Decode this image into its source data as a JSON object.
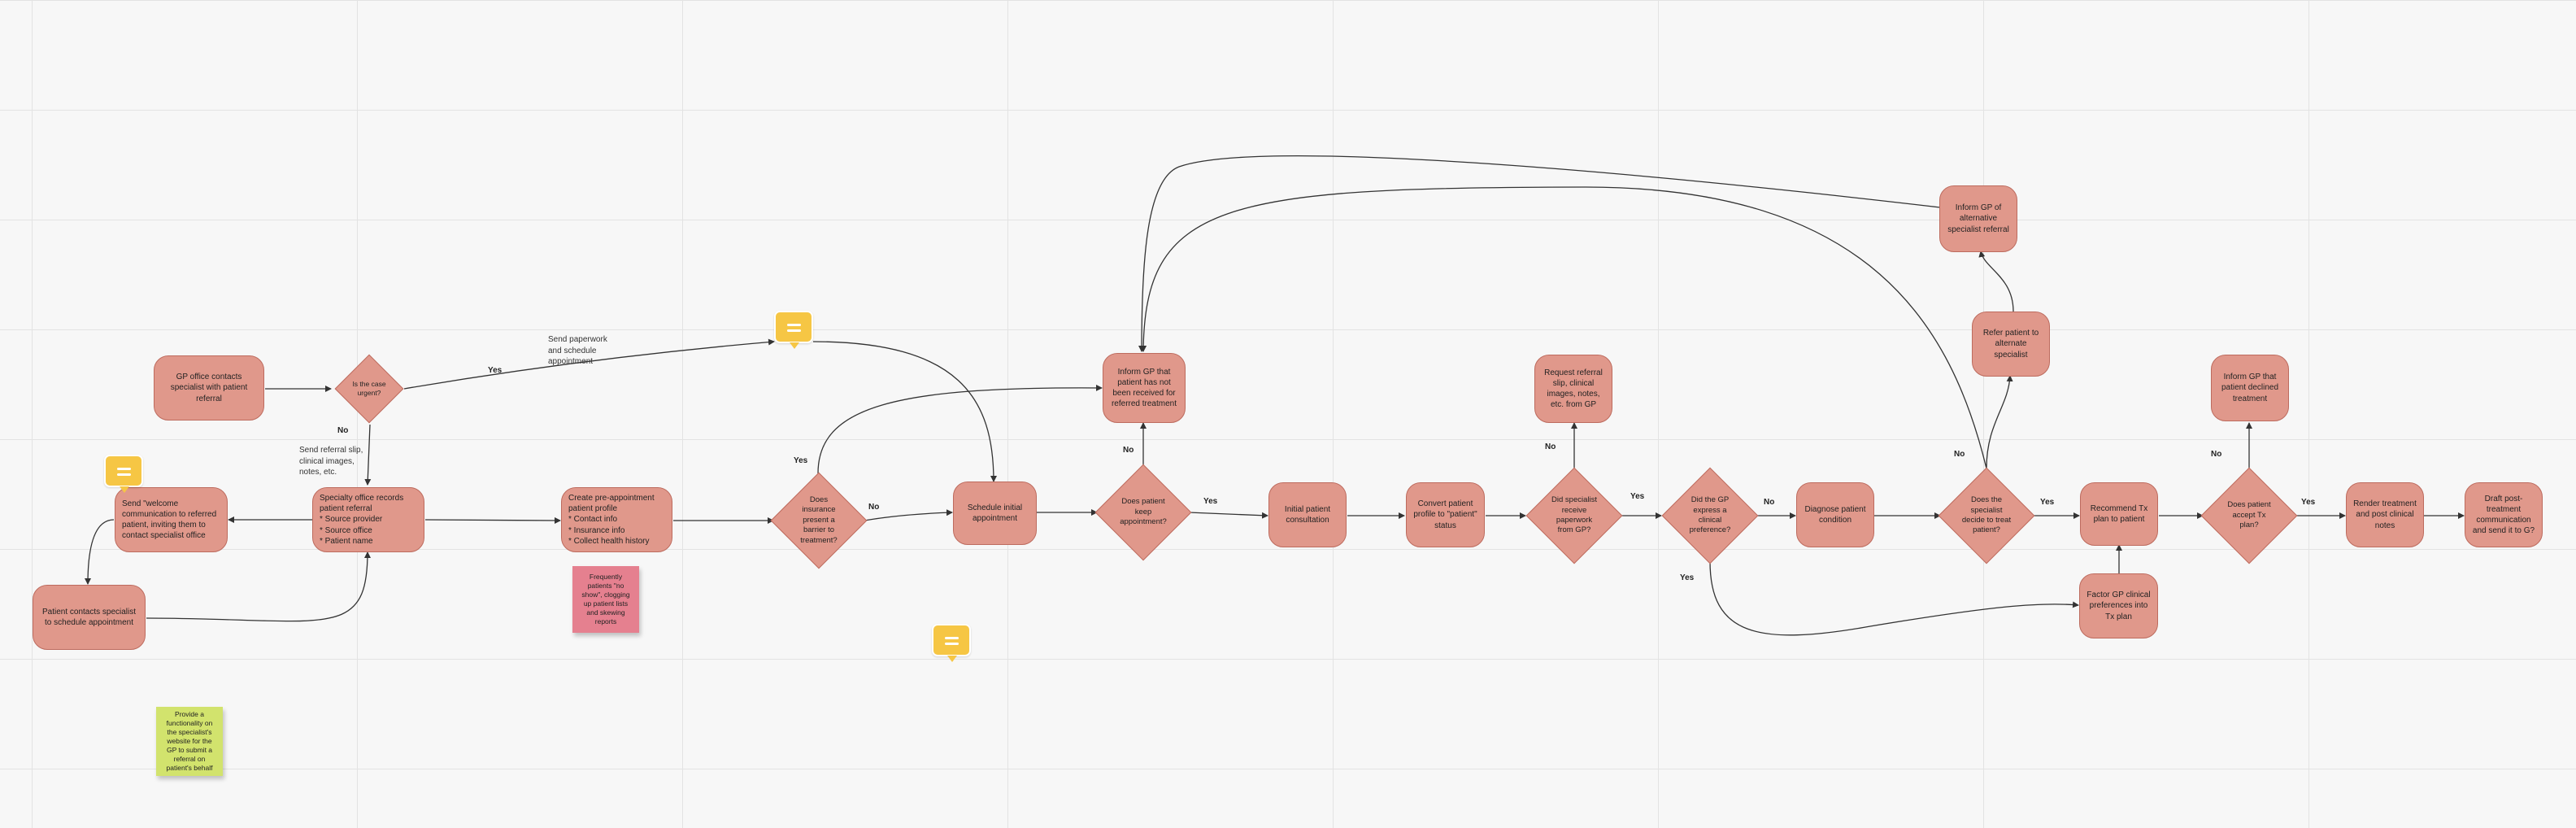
{
  "nodes": {
    "gp_contacts": "GP office contacts specialist with patient referral",
    "welcome": "Send \"welcome communication to referred patient, inviting them to contact specialist office",
    "patient_contacts": "Patient contacts specialist to schedule appointment",
    "records": {
      "title": "Specialty office records patient referral",
      "items": [
        "* Source provider",
        "* Source office",
        "* Patient name"
      ]
    },
    "profile": {
      "title": "Create pre-appointment patient profile",
      "items": [
        "* Contact info",
        "* Insurance info",
        "* Collect health history"
      ]
    },
    "schedule": "Schedule initial appointment",
    "inform_not_received": "Inform GP that patient has not been received for referred treatment",
    "consultation": "Initial patient consultation",
    "convert": "Convert patient profile to \"patient\" status",
    "request_slip": "Request referral slip, clinical images, notes, etc. from GP",
    "diagnose": "Diagnose patient condition",
    "inform_alt": "Inform GP of alternative specialist referral",
    "refer_alt": "Refer patient to alternate specialist",
    "recommend": "Recommend Tx plan to patient",
    "factor_gp": "Factor GP clinical preferences into Tx plan",
    "inform_declined": "Inform GP that patient declined treatment",
    "render": "Render treatment and post clinical notes",
    "draft": "Draft post-treatment communication and send it to G?"
  },
  "decisions": {
    "urgent": "Is the case urgent?",
    "insurance": "Does insurance present a barrier to treatment?",
    "keep": "Does patient keep appointment?",
    "receive_paperwork": "Did specialist receive paperwork from GP?",
    "gp_preference": "Did the GP express a clinical preference?",
    "treat": "Does the specialist decide to treat patient?",
    "accept": "Does patient accept Tx plan?"
  },
  "edge_labels": {
    "yes": "Yes",
    "no": "No"
  },
  "annotations": {
    "send_paperwork": [
      "Send paperwork",
      "and schedule",
      "appointment"
    ],
    "send_referral": [
      "Send referral slip,",
      "clinical images,",
      "notes, etc."
    ]
  },
  "stickies": {
    "no_show": "Frequently patients \"no show\", clogging up patient lists and skewing reports",
    "functionality": "Provide a functionality on the specialist's website for the GP to submit a referral on patient's behalf"
  },
  "icons": {
    "comment": "comment-icon"
  },
  "colors": {
    "node_fill": "#e0988b",
    "node_border": "#bd6b5e",
    "sticky_pink": "#e5808f",
    "sticky_green": "#d2e36d",
    "comment_yellow": "#f6c644"
  }
}
